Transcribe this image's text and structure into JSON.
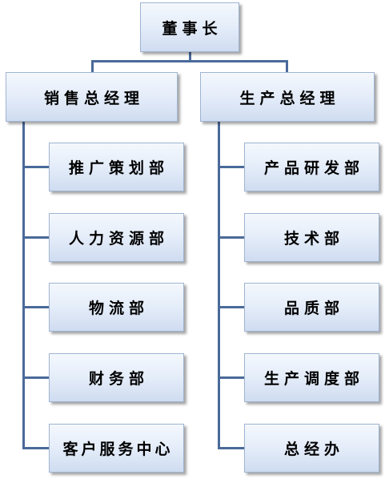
{
  "chairman": {
    "label": "董事长"
  },
  "sales_manager": {
    "label": "销售总经理",
    "departments": [
      {
        "label": "推广策划部"
      },
      {
        "label": "人力资源部"
      },
      {
        "label": "物流部"
      },
      {
        "label": "财务部"
      },
      {
        "label": "客户服务中心"
      }
    ]
  },
  "production_manager": {
    "label": "生产总经理",
    "departments": [
      {
        "label": "产品研发部"
      },
      {
        "label": "技术部"
      },
      {
        "label": "品质部"
      },
      {
        "label": "生产调度部"
      },
      {
        "label": "总经办"
      }
    ]
  },
  "colors": {
    "connector": "#4a6a9a",
    "box_border": "#9fb4d2",
    "box_fill_top": "#f4f8fd",
    "box_fill_bottom": "#cfdcf0"
  }
}
